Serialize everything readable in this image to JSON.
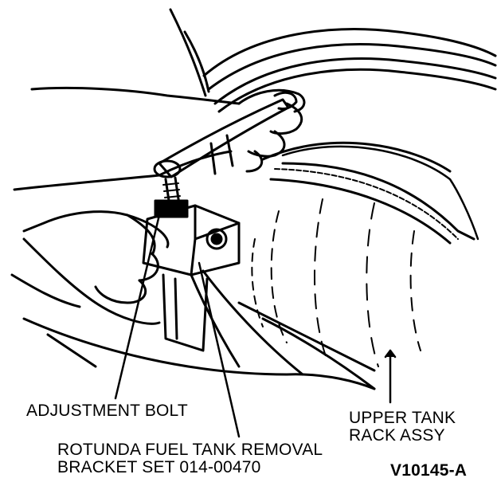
{
  "labels": {
    "adjustment_bolt": "ADJUSTMENT BOLT",
    "bracket_line1": "ROTUNDA FUEL TANK REMOVAL",
    "bracket_line2": "BRACKET SET 014-00470",
    "upper_tank_line1": "UPPER TANK",
    "upper_tank_line2": "RACK ASSY",
    "figure_id": "V10145-A"
  },
  "colors": {
    "ink": "#000000",
    "paper": "#ffffff"
  }
}
